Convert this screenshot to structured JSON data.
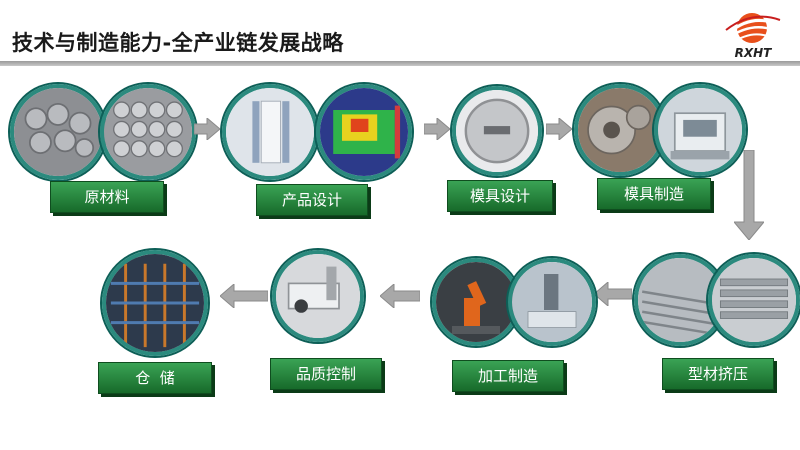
{
  "title": "技术与制造能力-全产业链发展战略",
  "logo": {
    "text": "RXHT",
    "icon": "sun-swoosh-logo"
  },
  "steps": [
    {
      "label": "原材料"
    },
    {
      "label": "产品设计"
    },
    {
      "label": "模具设计"
    },
    {
      "label": "模具制造"
    },
    {
      "label": "型材挤压"
    },
    {
      "label": "加工制造"
    },
    {
      "label": "品质控制"
    },
    {
      "label": "仓  储"
    }
  ],
  "colors": {
    "accent": "#2b8a7e",
    "label_green": "#1f7a34",
    "arrow_gray": "#9a9a9a"
  }
}
